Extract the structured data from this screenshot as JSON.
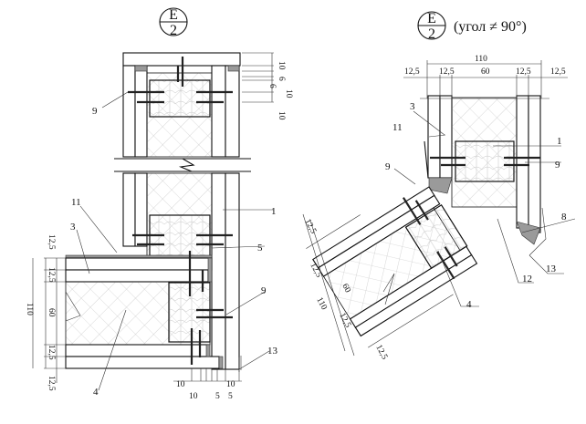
{
  "left_detail": {
    "section_mark": {
      "letter": "Е",
      "number": "2"
    },
    "top_dims": [
      "10",
      "6",
      "6",
      "10",
      "10"
    ],
    "callouts": [
      "9",
      "11",
      "1",
      "3",
      "5",
      "9",
      "13",
      "4"
    ],
    "left_dims": [
      "12,5",
      "12,5",
      "110",
      "60",
      "12,5",
      "12,5"
    ],
    "bottom_dims": [
      "10",
      "10",
      "10",
      "5",
      "5"
    ]
  },
  "right_detail": {
    "section_mark": {
      "letter": "Е",
      "number": "2"
    },
    "note": "(угол ≠ 90°)",
    "top_dims": [
      "110",
      "12,5",
      "12,5",
      "60",
      "12,5",
      "12,5"
    ],
    "callouts": [
      "3",
      "11",
      "1",
      "9",
      "9",
      "8",
      "13",
      "12",
      "4"
    ],
    "angled_dims": [
      "12,5",
      "12,5",
      "60",
      "110",
      "12,5",
      "12,5"
    ]
  }
}
